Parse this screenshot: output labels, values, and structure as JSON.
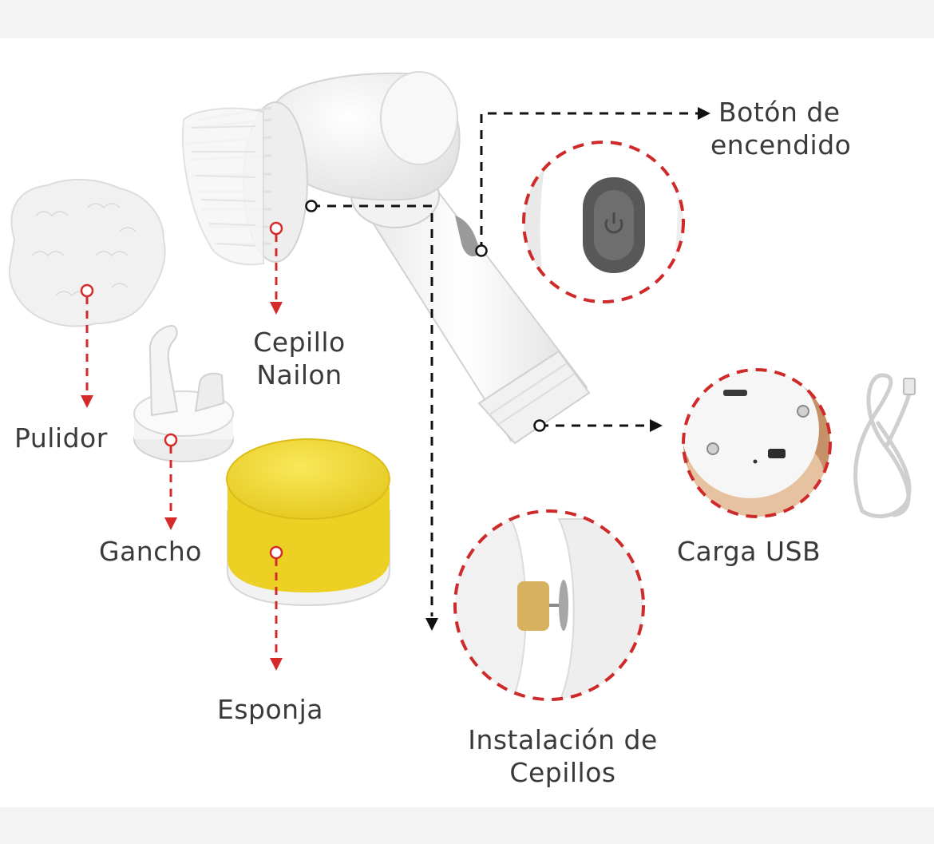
{
  "labels": {
    "power_button": [
      "Botón de",
      "encendido"
    ],
    "nylon_brush": [
      "Cepillo",
      "Nailon"
    ],
    "polisher": "Pulidor",
    "hook": "Gancho",
    "sponge": "Esponja",
    "usb_charge": "Carga USB",
    "brush_install": [
      "Instalación de",
      "Cepillos"
    ]
  },
  "colors": {
    "accent_red": "#d42a2a",
    "connector_black": "#111111",
    "text": "#3a3a3a",
    "sponge_yellow": "#f0d830",
    "device_white": "#f4f4f4"
  }
}
